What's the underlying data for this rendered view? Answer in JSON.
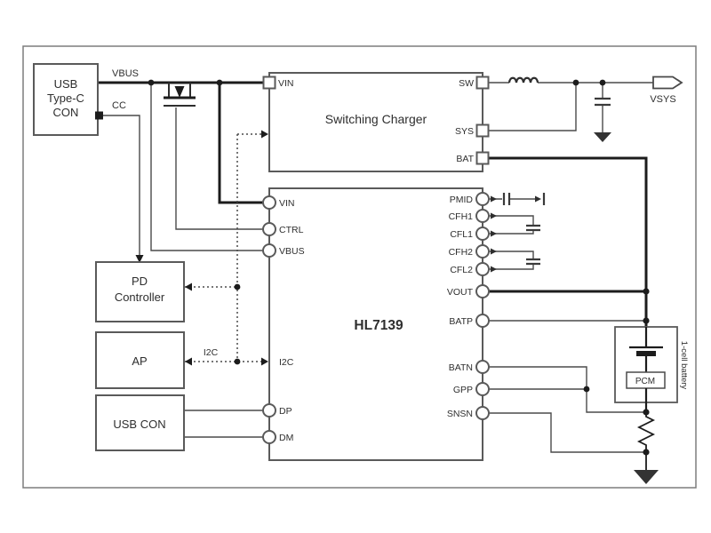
{
  "colors": {
    "background": "#ffffff",
    "wire": "#4a4a4a",
    "wire_thick": "#1c1c1c",
    "box_border": "#5a5a5a",
    "text": "#2e2e2e"
  },
  "blocks": {
    "usb_type_c_con": {
      "line1": "USB",
      "line2": "Type-C",
      "line3": "CON"
    },
    "pd_controller": {
      "line1": "PD",
      "line2": "Controller"
    },
    "ap": {
      "label": "AP"
    },
    "usb_con": {
      "label": "USB CON"
    },
    "switching_charger": {
      "title": "Switching Charger",
      "pins": {
        "vin": "VIN",
        "sw": "SW",
        "sys": "SYS",
        "bat": "BAT"
      }
    },
    "hl7139": {
      "title": "HL7139",
      "pins": {
        "vin": "VIN",
        "ctrl": "CTRL",
        "vbus": "VBUS",
        "i2c": "I2C",
        "dp": "DP",
        "dm": "DM",
        "pmid": "PMID",
        "cfh1": "CFH1",
        "cfl1": "CFL1",
        "cfh2": "CFH2",
        "cfl2": "CFL2",
        "vout": "VOUT",
        "batp": "BATP",
        "batn": "BATN",
        "gpp": "GPP",
        "snsn": "SNSN"
      }
    },
    "battery": {
      "label": "1-cell battery",
      "pcm": "PCM"
    }
  },
  "nets": {
    "vbus": "VBUS",
    "cc": "CC",
    "vsys": "VSYS",
    "i2c_bus": "I2C"
  }
}
